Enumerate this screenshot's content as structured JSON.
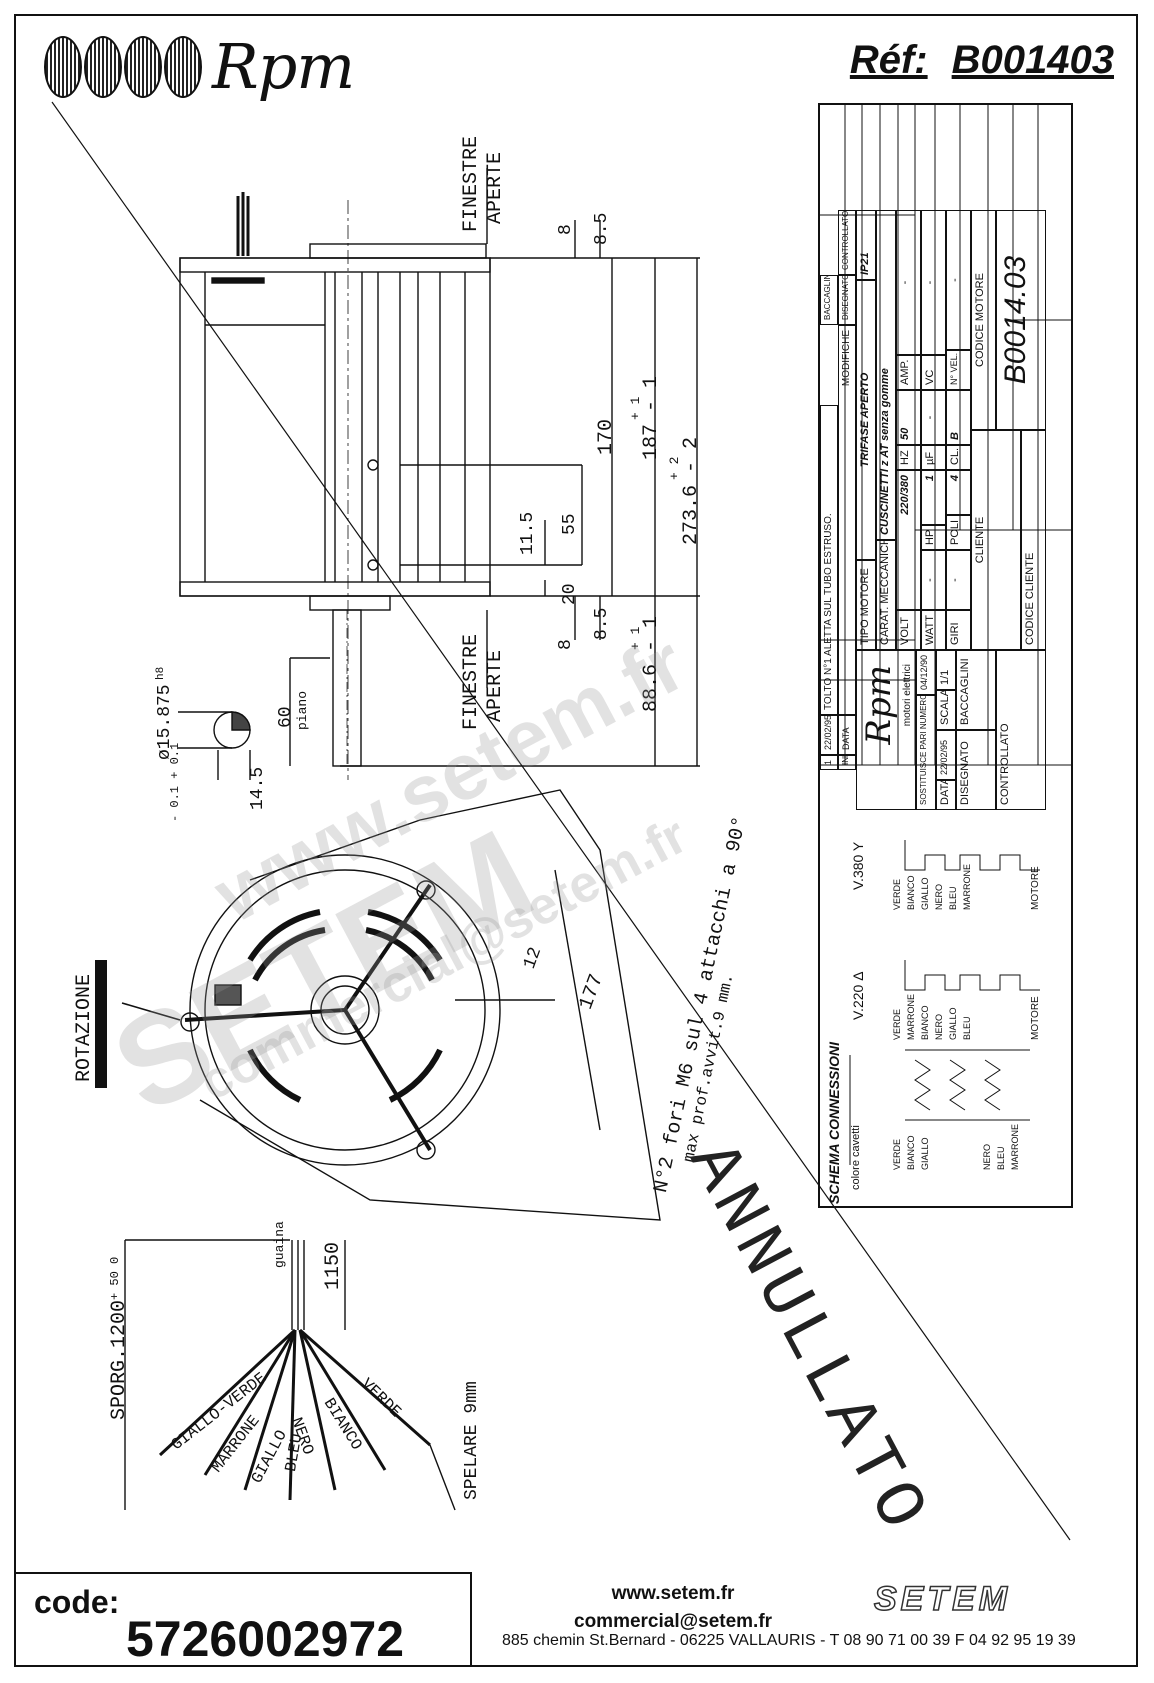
{
  "header": {
    "logo_text": "Rpm",
    "ref_label": "Réf:",
    "ref_value": "B001403"
  },
  "drawing": {
    "finestre_top": "FINESTRE",
    "aperte_top": "APERTE",
    "finestre_bottom": "FINESTRE",
    "aperte_bottom": "APERTE",
    "dim_8_top": "8",
    "dim_85_top": "8.5",
    "dim_170": "170",
    "dim_187": "187 - 1",
    "dim_187_tol": "+ 1",
    "dim_2736": "273.6 - 2",
    "dim_2736_tol": "+ 2",
    "dim_115": "11.5",
    "dim_55": "55",
    "dim_20": "20",
    "dim_8_bottom": "8",
    "dim_85_bottom": "8.5",
    "dim_886": "88.6 - 1",
    "dim_886_tol": "+ 1",
    "dim_60": "60",
    "piano": "piano",
    "shaft_diameter": "ø15.875",
    "shaft_tol": "h8",
    "dim_145": "14.5",
    "dim_145_tol": "- 0.1 + 0.1",
    "rotazione": "ROTAZIONE",
    "dim_12": "12",
    "dim_177": "177",
    "fori_note": "N°2 fori M6 sul 4 attacchi a 90°",
    "prof_note": "max prof.avvit.9 mm.",
    "guaina": "guaina",
    "dim_1150": "1150",
    "sporg": "SPORG.1200",
    "sporg_tol": "+ 50  0",
    "spelare": "SPELARE 9mm",
    "wires": [
      "GIALLO-VERDE",
      "MARRONE",
      "GIALLO",
      "BLEU",
      "NERO",
      "BIANCO",
      "VERDE"
    ],
    "annullato": "ANNULLATO",
    "watermark_url": "www.setem.fr",
    "watermark_brand": "SETEM",
    "watermark_mail": "commercial@setem.fr"
  },
  "titleblock": {
    "revisions": [
      {
        "ind": "1",
        "data": "22/02/95",
        "modifiche": "TOLTO N°1 ALETTA SUL TUBO ESTRUSO."
      }
    ],
    "col_ind": "IND",
    "col_data": "DATA",
    "col_modifiche": "MODIFICHE",
    "col_disegnato": "DISEGNATO",
    "col_controllato": "CONTROLLATO",
    "baccaglini": "BACCAGLINI",
    "tipo_motore_label": "TIPO MOTORE",
    "tipo_motore_value": "TRIFASE APERTO",
    "protection": "IP21",
    "carat_label": "CARAT. MECCANICHE",
    "carat_value": "CUSCINETTI z AT senza gomme",
    "volt_label": "VOLT",
    "volt_value": "220/380",
    "hz_label": "HZ",
    "hz_value": "50",
    "amp_label": "AMP.",
    "amp_value": "-",
    "watt_label": "WATT",
    "watt_value": "-",
    "hp_label": "HP",
    "hp_value": "1",
    "uf_label": "µF",
    "uf_value": "-",
    "vc_label": "VC",
    "vc_value": "-",
    "giri_label": "GIRI",
    "giri_value": "-",
    "poli_label": "POLI",
    "poli_value": "4",
    "cl_label": "CL.",
    "cl_value": "B",
    "nvel_label": "N° VEL.",
    "nvel_value": "-",
    "cliente_label": "CLIENTE",
    "codice_motore_label": "CODICE MOTORE",
    "codice_motore_value": "B0014.03",
    "codice_cliente_label": "CODICE CLIENTE",
    "company": "Rpm",
    "company_sub": "motori elettrici",
    "sostituisce_label": "SOSTITUISCE PARI NUMERO DEL",
    "sostituisce_value": "04/12/90",
    "data_label": "DATA",
    "data_value": "22/02/95",
    "scala_label": "SCALA",
    "scala_value": "1/1",
    "disegnato_label": "DISEGNATO",
    "disegnato_value": "BACCAGLINI",
    "controllato_label": "CONTROLLATO",
    "schema_title": "SCHEMA CONNESSIONI",
    "colore_cavetti": "colore cavetti",
    "v220": "V.220 Δ",
    "v380": "V.380 Y",
    "motore": "MOTORE",
    "delta_colors": [
      "VERDE",
      "MARRONE",
      "BIANCO",
      "NERO",
      "GIALLO",
      "BLEU"
    ],
    "star_colors": [
      "VERDE",
      "BIANCO",
      "GIALLO",
      "NERO",
      "BLEU",
      "MARRONE"
    ],
    "coil_top": [
      "NERO",
      "BLEU",
      "MARRONE"
    ],
    "coil_bottom": [
      "VERDE",
      "BIANCO",
      "GIALLO"
    ]
  },
  "footer": {
    "code_label": "code:",
    "code_value": "5726002972",
    "website": "www.setem.fr",
    "email": "commercial@setem.fr",
    "address": "885 chemin St.Bernard  -  06225 VALLAURIS  -  T 08 90 71 00 39   F 04 92 95 19 39",
    "brand": "SETEM"
  }
}
